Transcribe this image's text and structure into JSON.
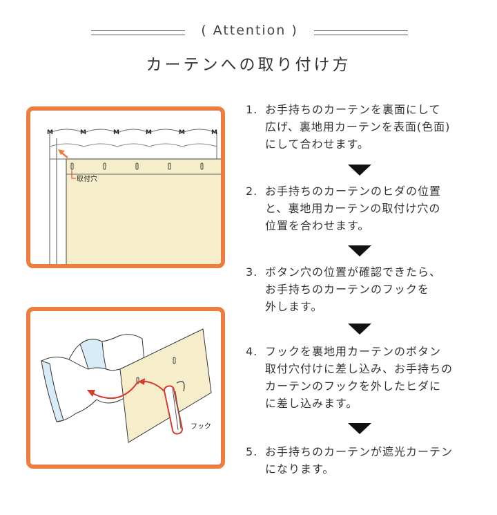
{
  "header": {
    "attention": "( Attention )",
    "title": "カーテンへの取り付け方"
  },
  "figure1": {
    "hole_label": "取付穴",
    "hook_marks": [
      "M",
      "M",
      "M",
      "M",
      "M",
      "M"
    ]
  },
  "figure2": {
    "hook_label": "フック"
  },
  "steps": [
    {
      "num": "1.",
      "lines": [
        "お手持ちのカーテンを裏面にして",
        "広げ、裏地用カーテンを表面(色面)",
        "にして合わせます。"
      ]
    },
    {
      "num": "2.",
      "lines": [
        "お手持ちのカーテンのヒダの位置",
        "と、裏地用カーテンの取付け穴の",
        "位置を合わせます。"
      ]
    },
    {
      "num": "3.",
      "lines": [
        "ボタン穴の位置が確認できたら、",
        "お手持ちのカーテンのフックを",
        "外します。"
      ]
    },
    {
      "num": "4.",
      "lines": [
        "フックを裏地用カーテンのボタン",
        "取付穴付けに差し込み、お手持ちの",
        "カーテンのフックを外したヒダに",
        "に差し込みます。"
      ]
    },
    {
      "num": "5.",
      "lines": [
        "お手持ちのカーテンが遮光カーテン",
        "になります。"
      ]
    }
  ],
  "colors": {
    "accent_border": "#ec7d40",
    "lining_fill": "#f6eecb",
    "light_blue": "#d8ecf8",
    "arrow_red": "#d83a2c"
  }
}
